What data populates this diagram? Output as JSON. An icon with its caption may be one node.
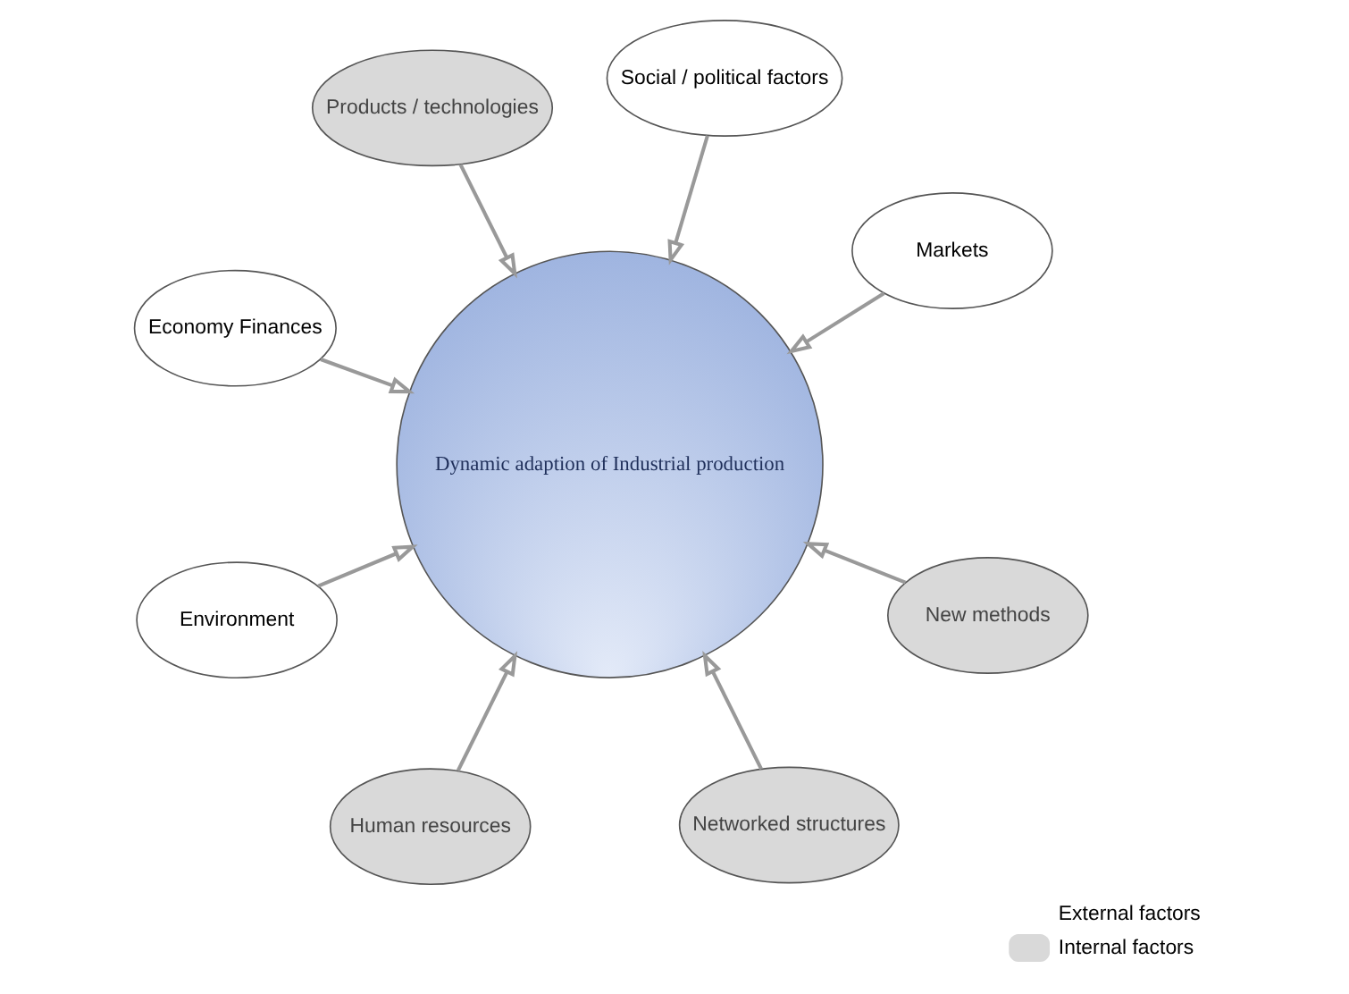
{
  "diagram": {
    "nodes": [
      {
        "text": [
          "Economy Finances"
        ]
      },
      {
        "text": [
          "Markets"
        ]
      },
      {
        "text": [
          "Human resources"
        ]
      },
      {
        "text": [
          "Dynamic adaption of Industrial production"
        ]
      },
      {
        "text": [
          "Social / political factors"
        ]
      },
      {
        "text": [
          "Products / technologies"
        ]
      },
      {
        "text": [
          "Environment"
        ]
      },
      {
        "text": [
          "New methods"
        ]
      },
      {
        "text": [
          "Networked structures"
        ]
      }
    ],
    "edges": [
      {
        "from": 0,
        "to": 3,
        "arrow": "to"
      },
      {
        "from": 1,
        "to": 3,
        "arrow": "to"
      },
      {
        "from": 2,
        "to": 3,
        "arrow": "to"
      },
      {
        "from": 4,
        "to": 3,
        "arrow": "to"
      },
      {
        "from": 5,
        "to": 3,
        "arrow": "to"
      },
      {
        "from": 6,
        "to": 3,
        "arrow": "to"
      },
      {
        "from": 7,
        "to": 3,
        "arrow": "to"
      },
      {
        "from": 8,
        "to": 3,
        "arrow": "to"
      }
    ],
    "legend": [
      {
        "text": "External factors",
        "color": "#ffffff"
      },
      {
        "text": "Internal factors",
        "color": "#d9d9d9"
      }
    ]
  }
}
